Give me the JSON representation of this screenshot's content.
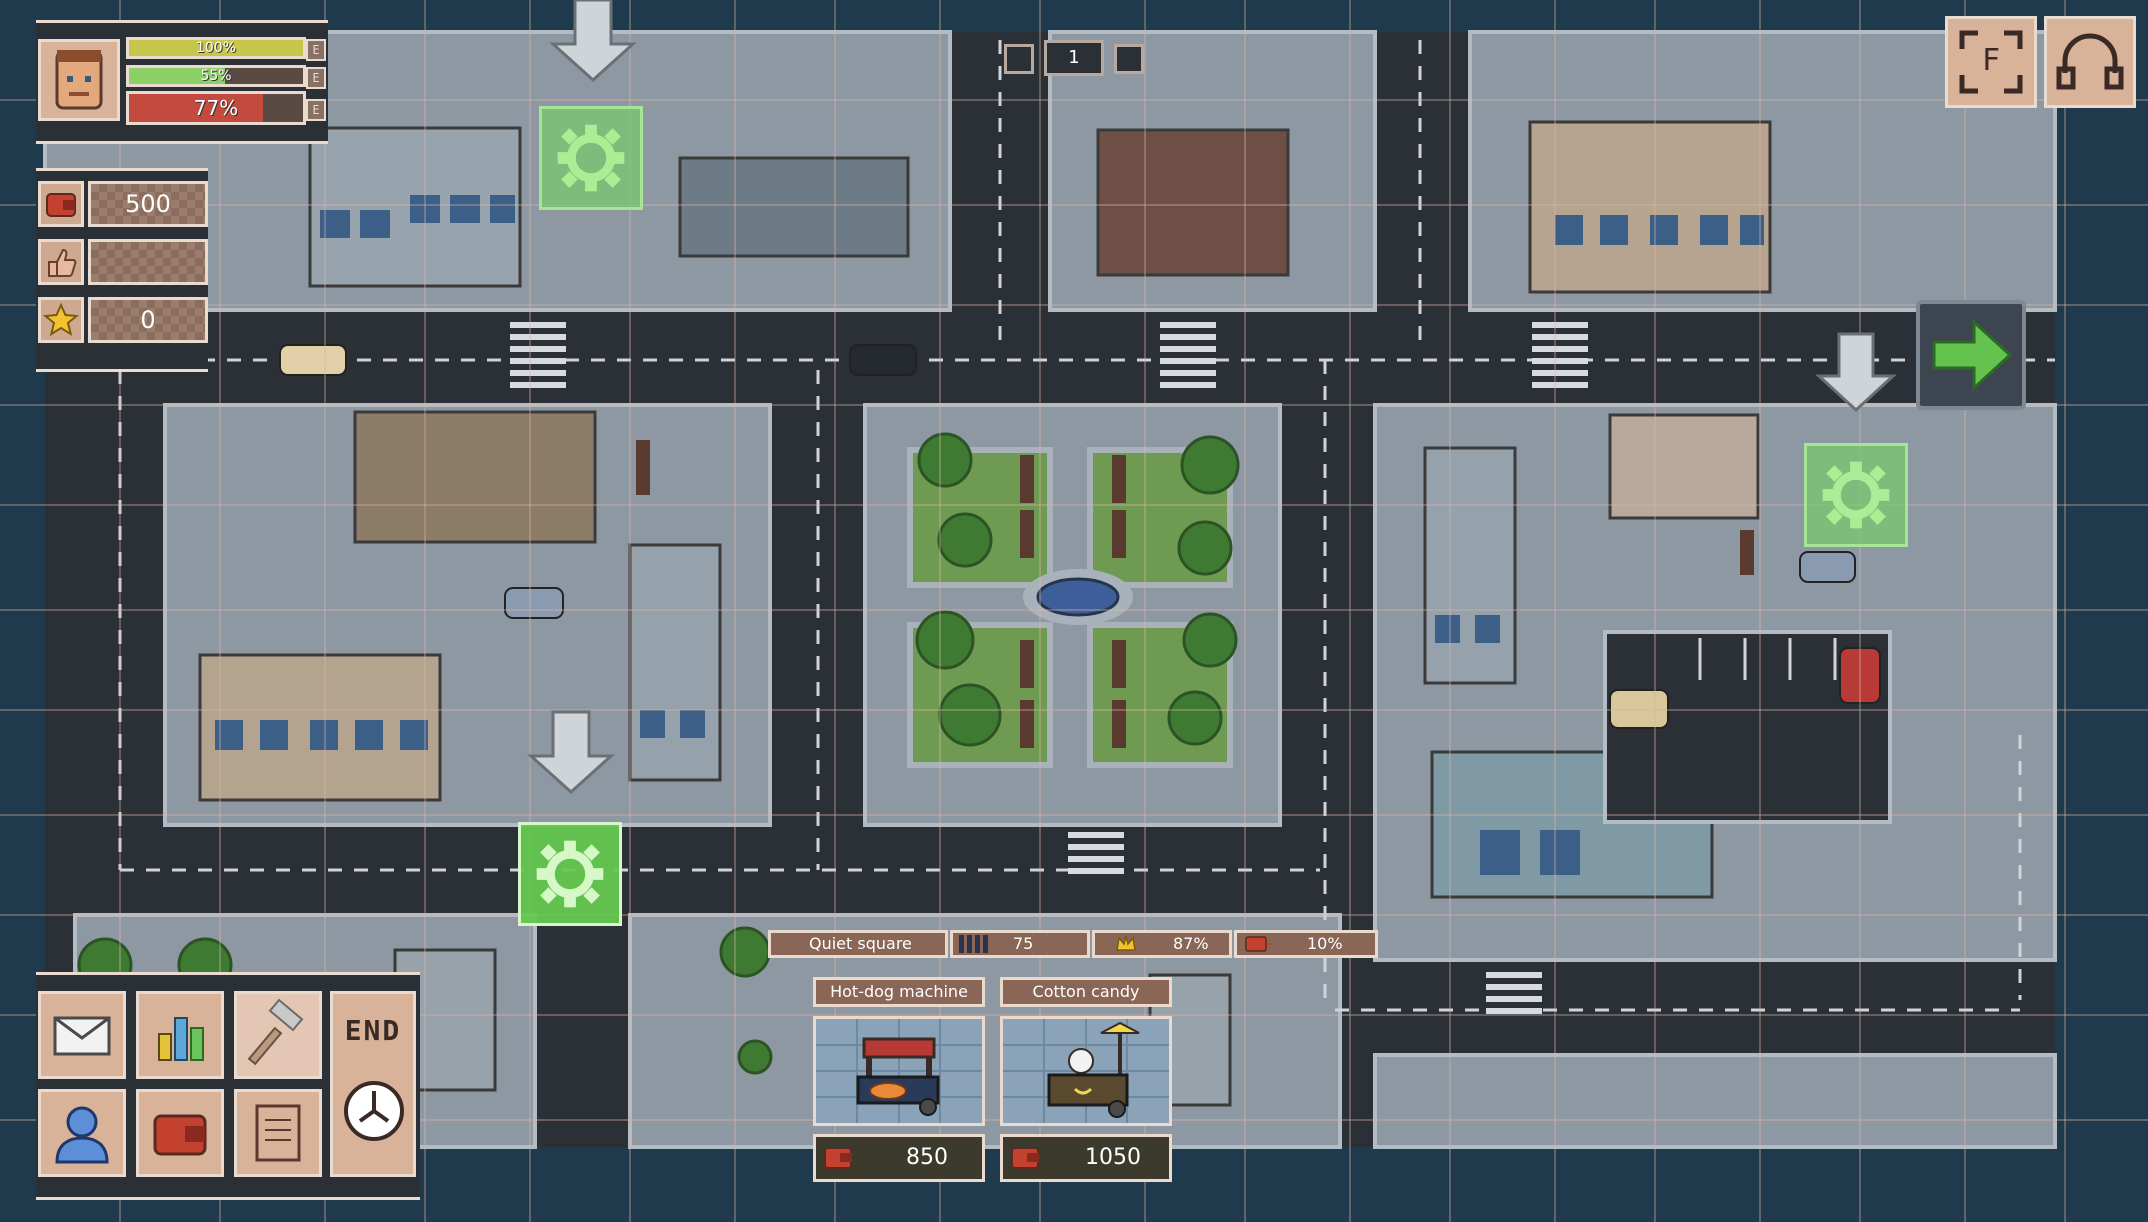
{
  "colors": {
    "water": "#1f3a4c",
    "road": "#2b3036",
    "sidewalk": "#8e98a2",
    "grass": "#6f9a52",
    "accent_green": "#6cc45c",
    "panel_tan": "#d8b39a",
    "bar_happiness": "#c6c64a",
    "bar_energy": "#8ccf66",
    "bar_hunger": "#c24a3f"
  },
  "player": {
    "avatar_icon": "player-face-icon",
    "bars": [
      {
        "name": "happiness",
        "text": "100%",
        "fill": 1.0,
        "color": "#c6c64a",
        "tag": "E"
      },
      {
        "name": "energy",
        "text": "55%",
        "fill": 0.55,
        "color": "#8ccf66",
        "tag": "E"
      },
      {
        "name": "hunger",
        "text": "77%",
        "fill": 0.77,
        "color": "#c24a3f",
        "tag": "E"
      }
    ]
  },
  "resources": {
    "money": {
      "icon": "wallet-icon",
      "value": "500"
    },
    "likes": {
      "icon": "thumbs-up-icon",
      "value": ""
    },
    "stars": {
      "icon": "star-icon",
      "value": "0"
    }
  },
  "day_selector": {
    "current": "1"
  },
  "top_right": {
    "fullscreen_label": "F",
    "headphones_icon": "headphones-icon"
  },
  "next_arrow_icon": "arrow-right-icon",
  "actions": {
    "mail_icon": "envelope-icon",
    "stats_icon": "bar-chart-icon",
    "build_icon": "hammer-icon",
    "profile_icon": "person-icon",
    "wallet_icon": "wallet-icon",
    "notes_icon": "note-icon",
    "end_label": "END",
    "clock_icon": "clock-icon"
  },
  "location": {
    "name": "Quiet square",
    "visitors_icon": "people-icon",
    "visitors": "75",
    "rating_icon": "crown-icon",
    "rating": "87%",
    "cost_icon": "wallet-icon",
    "cost": "10%"
  },
  "shop": [
    {
      "title": "Hot-dog machine",
      "price": "850",
      "icon": "hotdog-cart-icon"
    },
    {
      "title": "Cotton candy",
      "price": "1050",
      "icon": "cotton-candy-cart-icon"
    }
  ]
}
